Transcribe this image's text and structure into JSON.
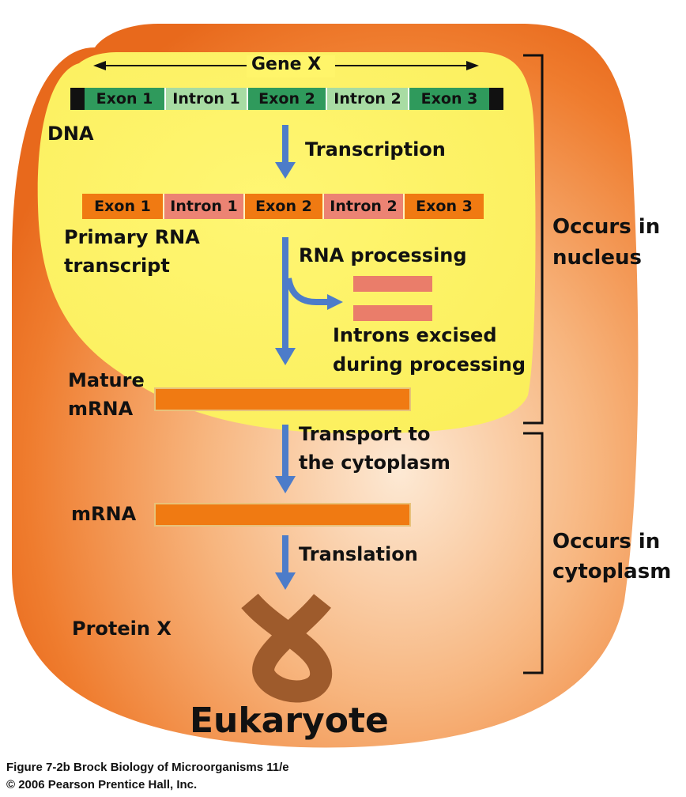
{
  "gene_label": "Gene X",
  "dna": {
    "label": "DNA",
    "segments": [
      "Exon 1",
      "Intron 1",
      "Exon 2",
      "Intron 2",
      "Exon 3"
    ]
  },
  "steps": {
    "transcription": "Transcription",
    "rna_processing": "RNA processing",
    "introns_excised": [
      "Introns excised",
      "during processing"
    ],
    "transport": [
      "Transport to",
      "the cytoplasm"
    ],
    "translation": "Translation"
  },
  "primary_rna": {
    "label": [
      "Primary RNA",
      "transcript"
    ],
    "segments": [
      "Exon 1",
      "Intron 1",
      "Exon 2",
      "Intron 2",
      "Exon 3"
    ]
  },
  "mature_mrna_label": [
    "Mature",
    "mRNA"
  ],
  "mrna_label": "mRNA",
  "protein_label": "Protein X",
  "brackets": {
    "nucleus": [
      "Occurs in",
      "nucleus"
    ],
    "cytoplasm": [
      "Occurs in",
      "cytoplasm"
    ]
  },
  "cell_title": "Eukaryote",
  "caption": [
    "Figure 7-2b  Brock Biology of Microorganisms 11/e",
    "© 2006 Pearson Prentice Hall, Inc."
  ],
  "colors": {
    "cell_outer": "#ee7424",
    "cell_inner": "#fde6cf",
    "nucleus": "#fff566",
    "exon_dna": "#2f9a5c",
    "intron_dna": "#a8dca3",
    "exon_rna": "#f07a12",
    "intron_rna": "#ec8373",
    "arrow": "#4d7cc9",
    "protein": "#a0582a"
  }
}
